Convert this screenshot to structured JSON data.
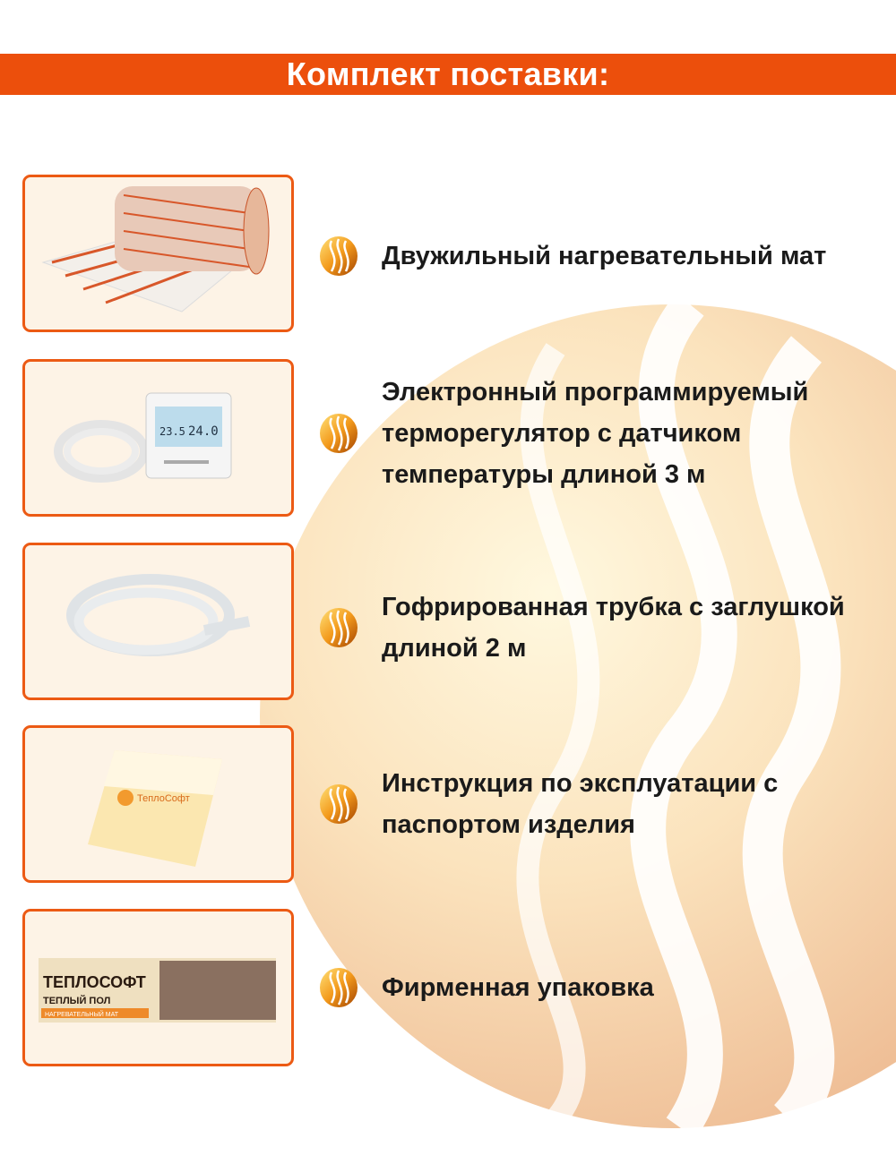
{
  "header": {
    "title": "Комплект поставки:"
  },
  "colors": {
    "accent": "#ec4f0c",
    "box_bg": "#fdf3e6",
    "circle": "#f4c48f"
  },
  "items": [
    {
      "label": "Двужильный нагревательный мат",
      "image": "heating-mat-roll"
    },
    {
      "label": "Электронный программируемый\nтерморегулятор с датчиком\nтемпературы длиной 3 м",
      "image": "thermostat",
      "display": {
        "left": "23.5",
        "right": "24.0"
      }
    },
    {
      "label": "Гофрированная трубка  с заглушкой\nдлиной 2 м",
      "image": "corrugated-tube"
    },
    {
      "label": "Инструкция по эксплуатации с\nпаспортом изделия",
      "image": "manual",
      "brand": "ТеплоСофт"
    },
    {
      "label": "Фирменная упаковка",
      "image": "package",
      "brand": "ТЕПЛОСОФТ",
      "subtitle": "ТЕПЛЫЙ ПОЛ",
      "tag": "НАГРЕВАТЕЛЬНЫЙ МАТ"
    }
  ]
}
